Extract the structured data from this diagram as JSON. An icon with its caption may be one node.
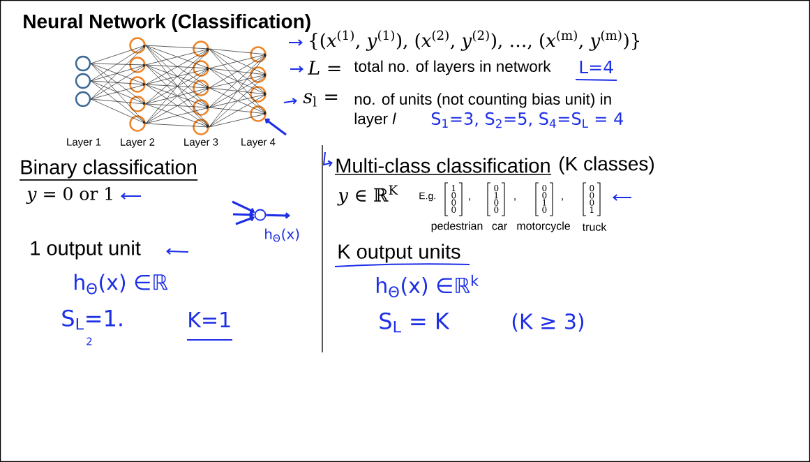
{
  "diagram": {
    "title": "Neural Network (Classification)",
    "nodes": [
      {
        "text": [],
        "shape": "circle"
      },
      {
        "text": [],
        "shape": "circle"
      },
      {
        "text": [],
        "shape": "circle"
      },
      {
        "text": [],
        "shape": "circle"
      },
      {
        "text": [],
        "shape": "circle"
      },
      {
        "text": [],
        "shape": "circle"
      },
      {
        "text": [],
        "shape": "circle"
      },
      {
        "text": [],
        "shape": "circle"
      },
      {
        "text": [],
        "shape": "circle"
      },
      {
        "text": [],
        "shape": "circle"
      },
      {
        "text": [],
        "shape": "circle"
      },
      {
        "text": [],
        "shape": "circle"
      },
      {
        "text": [],
        "shape": "circle"
      },
      {
        "text": [],
        "shape": "circle"
      },
      {
        "text": [],
        "shape": "circle"
      },
      {
        "text": [],
        "shape": "circle"
      },
      {
        "text": [],
        "shape": "circle"
      },
      {
        "text": [],
        "shape": "circle",
        "beside": [
          "h$_{Θ}$(x)"
        ]
      }
    ],
    "edges": [
      {
        "from": 0,
        "to": 3,
        "arrow": "to"
      },
      {
        "from": 0,
        "to": 4,
        "arrow": "to"
      },
      {
        "from": 0,
        "to": 5,
        "arrow": "to"
      },
      {
        "from": 0,
        "to": 6,
        "arrow": "to"
      },
      {
        "from": 0,
        "to": 7,
        "arrow": "to"
      },
      {
        "from": 1,
        "to": 3,
        "arrow": "to"
      },
      {
        "from": 1,
        "to": 4,
        "arrow": "to"
      },
      {
        "from": 1,
        "to": 5,
        "arrow": "to"
      },
      {
        "from": 1,
        "to": 6,
        "arrow": "to"
      },
      {
        "from": 1,
        "to": 7,
        "arrow": "to"
      },
      {
        "from": 2,
        "to": 3,
        "arrow": "to"
      },
      {
        "from": 2,
        "to": 4,
        "arrow": "to"
      },
      {
        "from": 2,
        "to": 5,
        "arrow": "to"
      },
      {
        "from": 2,
        "to": 6,
        "arrow": "to"
      },
      {
        "from": 2,
        "to": 7,
        "arrow": "to"
      },
      {
        "from": 3,
        "to": 8,
        "arrow": "to"
      },
      {
        "from": 3,
        "to": 9,
        "arrow": "to"
      },
      {
        "from": 3,
        "to": 10,
        "arrow": "to"
      },
      {
        "from": 3,
        "to": 11,
        "arrow": "to"
      },
      {
        "from": 3,
        "to": 12,
        "arrow": "to"
      },
      {
        "from": 4,
        "to": 8,
        "arrow": "to"
      },
      {
        "from": 4,
        "to": 9,
        "arrow": "to"
      },
      {
        "from": 4,
        "to": 10,
        "arrow": "to"
      },
      {
        "from": 4,
        "to": 11,
        "arrow": "to"
      },
      {
        "from": 4,
        "to": 12,
        "arrow": "to"
      },
      {
        "from": 5,
        "to": 8,
        "arrow": "to"
      },
      {
        "from": 5,
        "to": 9,
        "arrow": "to"
      },
      {
        "from": 5,
        "to": 10,
        "arrow": "to"
      },
      {
        "from": 5,
        "to": 11,
        "arrow": "to"
      },
      {
        "from": 5,
        "to": 12,
        "arrow": "to"
      },
      {
        "from": 6,
        "to": 8,
        "arrow": "to"
      },
      {
        "from": 6,
        "to": 9,
        "arrow": "to"
      },
      {
        "from": 6,
        "to": 10,
        "arrow": "to"
      },
      {
        "from": 6,
        "to": 11,
        "arrow": "to"
      },
      {
        "from": 6,
        "to": 12,
        "arrow": "to"
      },
      {
        "from": 7,
        "to": 8,
        "arrow": "to"
      },
      {
        "from": 7,
        "to": 9,
        "arrow": "to"
      },
      {
        "from": 7,
        "to": 10,
        "arrow": "to"
      },
      {
        "from": 7,
        "to": 11,
        "arrow": "to"
      },
      {
        "from": 7,
        "to": 12,
        "arrow": "to"
      },
      {
        "from": 8,
        "to": 13,
        "arrow": "to"
      },
      {
        "from": 8,
        "to": 14,
        "arrow": "to"
      },
      {
        "from": 8,
        "to": 15,
        "arrow": "to"
      },
      {
        "from": 8,
        "to": 16,
        "arrow": "to"
      },
      {
        "from": 9,
        "to": 13,
        "arrow": "to"
      },
      {
        "from": 9,
        "to": 14,
        "arrow": "to"
      },
      {
        "from": 9,
        "to": 15,
        "arrow": "to"
      },
      {
        "from": 9,
        "to": 16,
        "arrow": "to"
      },
      {
        "from": 10,
        "to": 13,
        "arrow": "to"
      },
      {
        "from": 10,
        "to": 14,
        "arrow": "to"
      },
      {
        "from": 10,
        "to": 15,
        "arrow": "to"
      },
      {
        "from": 10,
        "to": 16,
        "arrow": "to"
      },
      {
        "from": 11,
        "to": 13,
        "arrow": "to"
      },
      {
        "from": 11,
        "to": 14,
        "arrow": "to"
      },
      {
        "from": 11,
        "to": 15,
        "arrow": "to"
      },
      {
        "from": 11,
        "to": 16,
        "arrow": "to"
      },
      {
        "from": 12,
        "to": 13,
        "arrow": "to"
      },
      {
        "from": 12,
        "to": 14,
        "arrow": "to"
      },
      {
        "from": 12,
        "to": 15,
        "arrow": "to"
      },
      {
        "from": 12,
        "to": 16,
        "arrow": "to"
      },
      {
        "from": null,
        "to": 16,
        "arrow": "to",
        "style": "thick",
        "color": "#1c2ee6"
      },
      {
        "from": null,
        "to": 17,
        "arrow": "to",
        "style": "thick",
        "color": "#1c2ee6"
      },
      {
        "from": null,
        "to": 17,
        "arrow": "to",
        "style": "thick",
        "color": "#1c2ee6"
      },
      {
        "from": null,
        "to": 17,
        "arrow": "to",
        "style": "thick",
        "color": "#1c2ee6"
      },
      {
        "from": 17,
        "to": null,
        "arrow": "to",
        "style": "thick",
        "color": "#1c2ee6"
      }
    ],
    "labels": [
      "Layer 1",
      "Layer 2",
      "Layer 3",
      "Layer 4",
      "{(*x*$^{(1)}$, *y*$^{(1)}$), (*x*$^{(2)}$, *y*$^{(2)}$), …, (*x*$^{(m)}$, *y*$^{(m)}$)}",
      "*L* =",
      "total no. of layers in network",
      "L=4",
      "*s*$_{l}$ =",
      "no. of units (not counting bias unit) in",
      "layer *l*",
      "S$_{1}$=3, S$_{2}$=5, S$_{4}$=S$_{L}$ = 4",
      "Binary classification",
      "*y* = 0 or 1",
      "1 output unit",
      "h$_{Θ}$(x) ∈ℝ",
      "S$_{L}$=1.",
      "2",
      "K=1",
      "Multi-class classification",
      "(K classes)",
      "*y* ∈ ℝ$^{K}$",
      "E.g.",
      "1 0 0 0",
      ",",
      "0 1 0 0",
      ",",
      "0 0 1 0",
      ",",
      "0 0 0 1",
      "pedestrian",
      "car",
      "motorcycle",
      "truck",
      "K output units",
      "h$_{Θ}$(x) ∈ℝ$^{k}$",
      "S$_{L}$ = K",
      "(K ≥ 3)"
    ]
  }
}
